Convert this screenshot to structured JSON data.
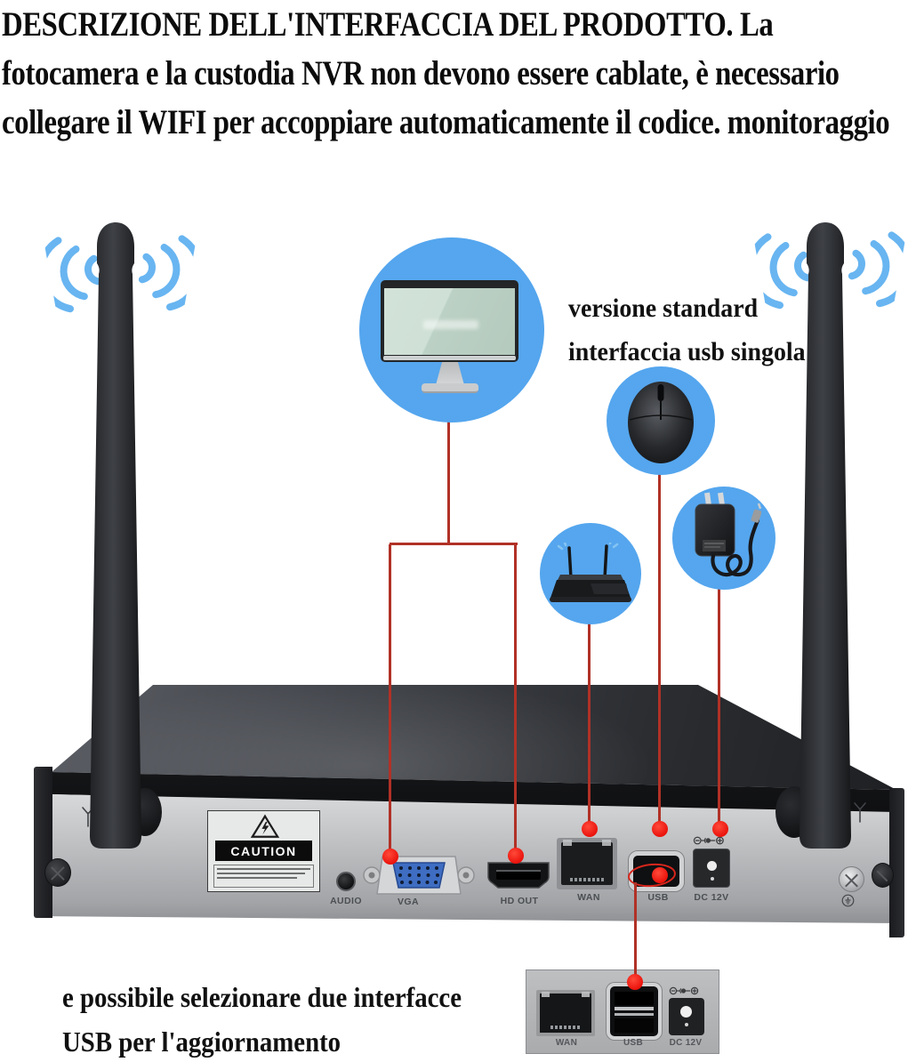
{
  "header": {
    "lines": [
      "DESCRIZIONE DELL'INTERFACCIA DEL PRODOTTO. La",
      "fotocamera e la custodia NVR non devono essere cablate, è necessario",
      "collegare il WIFI per accoppiare automaticamente il codice. monitoraggio"
    ]
  },
  "callout_standard": {
    "line1": "versione standard",
    "line2": "interfaccia usb singola"
  },
  "callout_usb": {
    "line1": "e possibile selezionare due interfacce",
    "line2": "USB per l'aggiornamento"
  },
  "device": {
    "caution": "CAUTION",
    "ports": {
      "audio": "AUDIO",
      "vga": "VGA",
      "hd_out": "HD OUT",
      "wan": "WAN",
      "usb": "USB",
      "dc": "DC 12V"
    }
  },
  "inset": {
    "ports": {
      "wan": "WAN",
      "usb": "USB",
      "dc": "DC 12V"
    }
  },
  "icons": {
    "wifi_waves": "blue signal arcs beside each antenna tip",
    "antenna": "black wifi antenna",
    "monitor": "desktop monitor in blue circle",
    "mouse": "wireless mouse in blue circle",
    "router": "wifi router in blue circle",
    "power_adapter": "dc power adapter in blue circle",
    "warning_triangle": "lightning warning triangle on caution label",
    "polarity": "dc center-positive polarity marking",
    "antenna_marking": "printed antenna symbol",
    "ground_marking": "printed ground symbol",
    "screw": "chassis screw"
  },
  "colors": {
    "circle_blue": "#55a6ee",
    "wifi_blue": "#68b5f1",
    "connector_red": "#b13126",
    "dot_red": "#ea130c"
  }
}
